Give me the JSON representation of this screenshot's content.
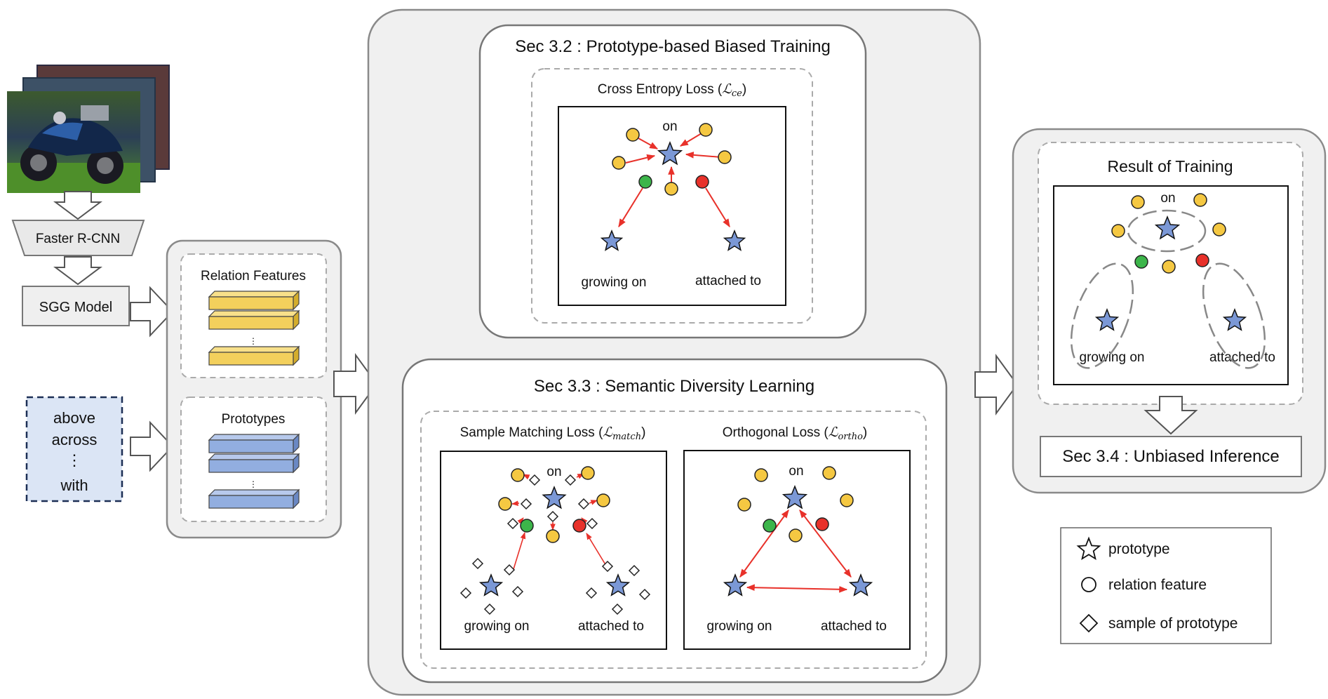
{
  "input": {
    "detector_label": "Faster R-CNN",
    "sgg_model_label": "SGG Model",
    "predicate_words": [
      "above",
      "across",
      "⋮",
      "with"
    ]
  },
  "features_panel": {
    "relation_features_title": "Relation Features",
    "prototypes_title": "Prototypes",
    "ellipsis": "⋮"
  },
  "sec32": {
    "title": "Sec 3.2 : Prototype-based Biased Training",
    "loss_name": "Cross Entropy Loss (",
    "loss_symbol": "ℒ",
    "loss_sub": "ce",
    "loss_close": ")",
    "top_label": "on",
    "left_label": "growing on",
    "right_label": "attached to"
  },
  "sec33": {
    "title": "Sec 3.3 : Semantic Diversity Learning",
    "match_loss_name": "Sample Matching Loss (",
    "match_loss_symbol": "ℒ",
    "match_loss_sub": "match",
    "match_loss_close": ")",
    "ortho_loss_name": "Orthogonal Loss (",
    "ortho_loss_symbol": "ℒ",
    "ortho_loss_sub": "ortho",
    "ortho_loss_close": ")",
    "match_top_label": "on",
    "match_left_label": "growing on",
    "match_right_label": "attached to",
    "ortho_top_label": "on",
    "ortho_left_label": "growing on",
    "ortho_right_label": "attached to"
  },
  "result": {
    "title": "Result of Training",
    "top_label": "on",
    "left_label": "growing on",
    "right_label": "attached to"
  },
  "sec34": {
    "label": "Sec 3.4 : Unbiased Inference"
  },
  "legend": {
    "items": [
      {
        "icon": "star-icon",
        "label": "prototype"
      },
      {
        "icon": "circle-icon",
        "label": "relation feature"
      },
      {
        "icon": "diamond-icon",
        "label": "sample of prototype"
      }
    ]
  },
  "colors": {
    "yellow_feature": "#f5c842",
    "green_feature": "#3cb54a",
    "red_feature": "#e8312a",
    "prototype_star": "#7b98d6",
    "relation_bar": "#f3d05c",
    "prototype_bar": "#92aee0",
    "predicate_box": "#dbe5f5",
    "arrow_red": "#e8312a"
  }
}
